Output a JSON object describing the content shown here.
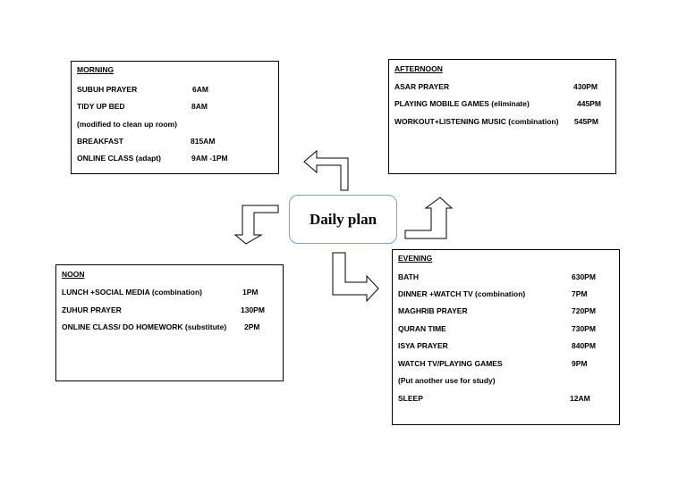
{
  "center": {
    "label": "Daily plan"
  },
  "morning": {
    "title": "MORNING",
    "items": [
      {
        "text": "SUBUH PRAYER",
        "time": "6AM"
      },
      {
        "text": "TIDY UP BED",
        "time": "8AM"
      },
      {
        "text": "(modified to clean up room)",
        "time": ""
      },
      {
        "text": "BREAKFAST",
        "time": "815AM"
      },
      {
        "text": "ONLINE CLASS (adapt)",
        "time": "9AM -1PM"
      }
    ]
  },
  "afternoon": {
    "title": "AFTERNOON",
    "items": [
      {
        "text": "ASAR PRAYER",
        "time": "430PM"
      },
      {
        "text": "PLAYING MOBILE GAMES (eliminate)",
        "time": "445PM"
      },
      {
        "text": "WORKOUT+LISTENING MUSIC (combination)",
        "time": "545PM"
      }
    ]
  },
  "noon": {
    "title": "NOON",
    "items": [
      {
        "text": "LUNCH +SOCIAL MEDIA (combination)",
        "time": "1PM"
      },
      {
        "text": "ZUHUR PRAYER",
        "time": "130PM"
      },
      {
        "text": "ONLINE CLASS/ DO HOMEWORK (substitute)",
        "time": "2PM"
      }
    ]
  },
  "evening": {
    "title": "EVENING",
    "items": [
      {
        "text": "BATH",
        "time": "630PM"
      },
      {
        "text": "DINNER +WATCH TV (combination)",
        "time": "7PM"
      },
      {
        "text": "MAGHRIB PRAYER",
        "time": "720PM"
      },
      {
        "text": "QURAN TIME",
        "time": "730PM"
      },
      {
        "text": "ISYA PRAYER",
        "time": "840PM"
      },
      {
        "text": "WATCH TV/PLAYING GAMES",
        "time": "9PM"
      },
      {
        "text": "(Put another use for study)",
        "time": ""
      },
      {
        "text": "SLEEP",
        "time": "12AM"
      }
    ]
  }
}
